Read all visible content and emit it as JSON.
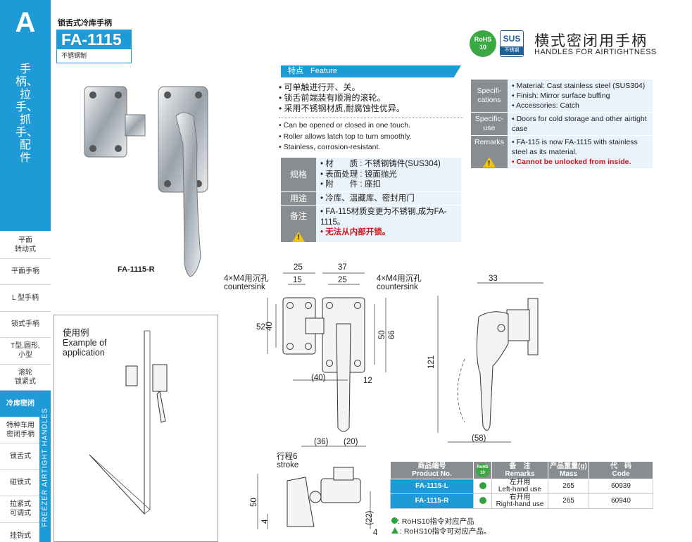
{
  "sidebar": {
    "letter": "A",
    "vertical_text": "手柄、拉手、抓手、配件",
    "nav": [
      {
        "label": "平面\n转动式",
        "active": false
      },
      {
        "label": "平面手柄",
        "active": false
      },
      {
        "label": "L 型手柄",
        "active": false
      },
      {
        "label": "锁式手柄",
        "active": false
      },
      {
        "label": "T型,圆形,\n小型",
        "active": false
      },
      {
        "label": "滚轮\n锁紧式",
        "active": false
      },
      {
        "label": "冷库密闭",
        "active": true
      },
      {
        "label": "特种车用\n密闭手柄",
        "active": false
      },
      {
        "label": "锁舌式",
        "active": false
      },
      {
        "label": "碰锁式",
        "active": false
      },
      {
        "label": "拉紧式\n可调式",
        "active": false
      },
      {
        "label": "挂钩式",
        "active": false
      }
    ],
    "vbar_text": "FREEZER AIRTIGHT HANDLES"
  },
  "header": {
    "category": "锁舌式冷库手柄",
    "model": "FA-1115",
    "model_sub": "不锈钢制",
    "rohs": "RoHS\n10",
    "sus": "SUS",
    "sus_sub": "不锈钢",
    "title_cn": "横式密闭用手柄",
    "title_en": "HANDLES FOR AIRTIGHTNESS"
  },
  "feature": {
    "bar_cn": "特点",
    "bar_en": "Feature",
    "cn": [
      "可单触进行开、关。",
      "锁舌前端装有顺滑的滚轮。",
      "采用不锈钢材质,耐腐蚀性优异。"
    ],
    "en": [
      "Can be opened or closed in one touch.",
      "Roller allows latch top to turn smoothly.",
      "Stainless, corrosion-resistant."
    ]
  },
  "spec_cn": {
    "spec_label": "规格",
    "spec_lines": [
      "材　　质 : 不锈钢铸件(SUS304)",
      "表面处理 : 镜面抛光",
      "附　　件 : 座扣"
    ],
    "use_label": "用途",
    "use_text": "冷库、温藏库、密封用门",
    "remark_label": "备注",
    "remark_text": "FA-115材质变更为不锈钢,成为FA-1115。",
    "warning": "无法从内部开锁。"
  },
  "spec_en": {
    "spec_label": "Specifi-\ncations",
    "spec_lines": [
      "Material: Cast stainless steel (SUS304)",
      "Finish: Mirror surface buffing",
      "Accessories: Catch"
    ],
    "use_label": "Specific-\nuse",
    "use_text": "Doors for cold storage and other airtight case",
    "remark_label": "Remarks",
    "remark_text": "FA-115 is now FA-1115 with stainless steel as its material.",
    "warning": "Cannot be unlocked from inside."
  },
  "photo_caption": "FA-1115-R",
  "example": {
    "title": "使用例\nExample of\napplication"
  },
  "drawing": {
    "countersink_left": "4×M4用沉孔\ncountersink",
    "countersink_right": "4×M4用沉孔\ncountersink",
    "stroke": "行程6\nstroke",
    "dims": {
      "d25a": "25",
      "d15": "15",
      "d37": "37",
      "d25b": "25",
      "d52": "52",
      "d40": "40",
      "d50": "50",
      "d66": "66",
      "d40p": "(40)",
      "d12": "12",
      "d33": "33",
      "d121": "121",
      "d58": "(58)",
      "d36": "(36)",
      "d20": "(20)",
      "d50b": "50",
      "d4a": "4",
      "d4b": "4",
      "d22": "(22)"
    }
  },
  "product_table": {
    "headers": {
      "pn_cn": "商品编号",
      "pn_en": "Product No.",
      "rohs": "RoHS\n10",
      "rem_cn": "备　注",
      "rem_en": "Remarks",
      "mass_cn": "产品重量(g)",
      "mass_en": "Mass",
      "code_cn": "代　码",
      "code_en": "Code"
    },
    "rows": [
      {
        "pn": "FA-1115-L",
        "rem_cn": "左开用",
        "rem_en": "Left-hand use",
        "mass": "265",
        "code": "60939"
      },
      {
        "pn": "FA-1115-R",
        "rem_cn": "右开用",
        "rem_en": "Right-hand use",
        "mass": "265",
        "code": "60940"
      }
    ]
  },
  "legend": {
    "green_dot": ": RoHS10指令对应产品",
    "green_tri": ": RoHS10指令可对应产品。"
  },
  "colors": {
    "accent": "#1e9ad6",
    "gray_label": "#8a8d90",
    "warning_red": "#d2121b",
    "rohs_green": "#3aa843"
  }
}
